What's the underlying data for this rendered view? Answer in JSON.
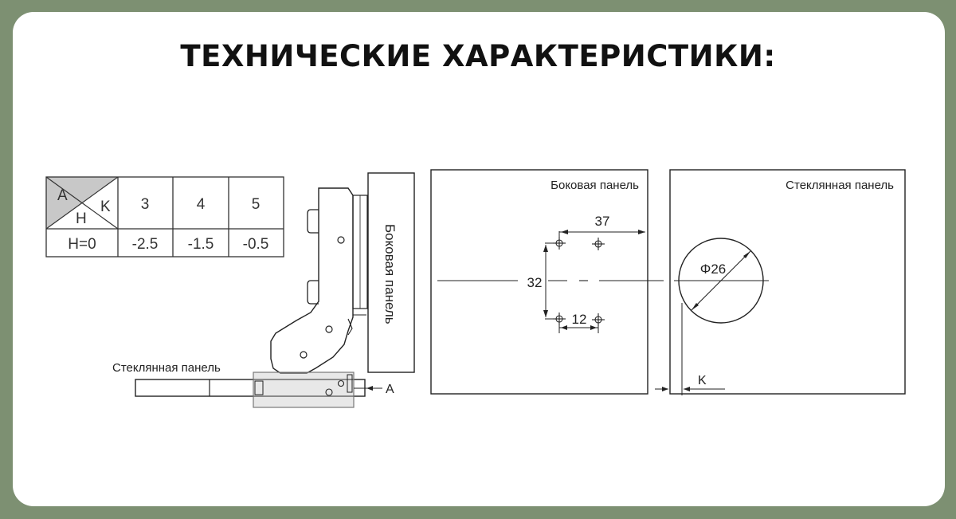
{
  "title": "ТЕХНИЧЕСКИЕ ХАРАКТЕРИСТИКИ:",
  "table": {
    "corner": {
      "a": "A",
      "k": "K",
      "h": "H"
    },
    "header": [
      "3",
      "4",
      "5"
    ],
    "row_label": "H=0",
    "row_values": [
      "-2.5",
      "-1.5",
      "-0.5"
    ]
  },
  "hinge": {
    "side_panel_label": "Боковая панель",
    "glass_panel_label": "Стеклянная панель",
    "dim_a": "A"
  },
  "side_panel_view": {
    "label": "Боковая панель",
    "dim_horizontal": "37",
    "dim_vertical": "32",
    "dim_bottom": "12"
  },
  "glass_panel_view": {
    "label": "Стеклянная панель",
    "dim_diameter": "Φ26",
    "dim_k": "K"
  },
  "colors": {
    "background": "#7d9072",
    "card": "#ffffff",
    "table_corner": "#c8c8c8"
  }
}
